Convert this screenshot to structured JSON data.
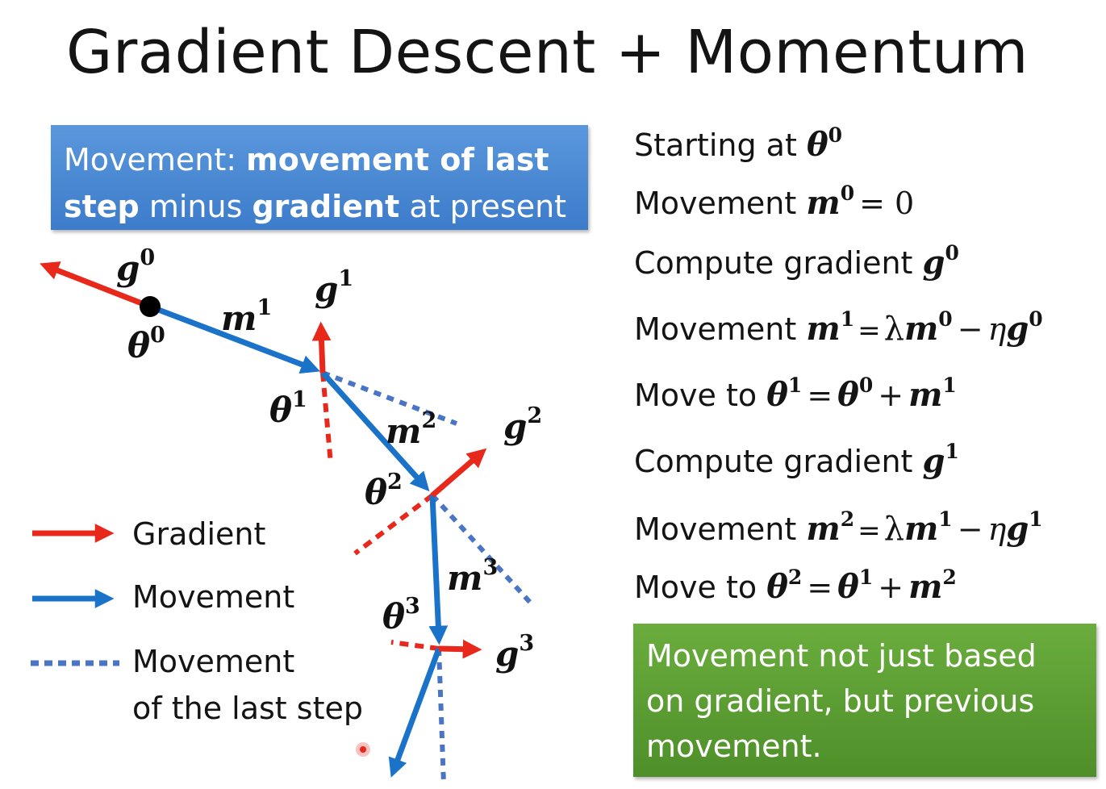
{
  "title": "Gradient Descent + Momentum",
  "callout_top": {
    "part1": "Movement: ",
    "part2": "movement of last step",
    "part3": " minus ",
    "part4": "gradient",
    "part5": " at present"
  },
  "steps": [
    {
      "text": "Starting at ",
      "var": "θ",
      "sup": "0"
    },
    {
      "text": "Movement ",
      "var": "m",
      "sup": "0",
      "rest": "= 0"
    },
    {
      "text": "Compute gradient ",
      "var": "g",
      "sup": "0"
    },
    {
      "text": "Movement ",
      "var": "m",
      "sup": "1",
      "eq": "=",
      "lam": "λ",
      "v2": "m",
      "s2": "0",
      "minus": "−",
      "eta": "η",
      "v3": "g",
      "s3": "0"
    },
    {
      "text": "Move to ",
      "var": "θ",
      "sup": "1",
      "eq": "=",
      "v2": "θ",
      "s2": "0",
      "plus": "+",
      "v3": "m",
      "s3": "1"
    },
    {
      "text": "Compute gradient ",
      "var": "g",
      "sup": "1"
    },
    {
      "text": "Movement ",
      "var": "m",
      "sup": "2",
      "eq": "=",
      "lam": "λ",
      "v2": "m",
      "s2": "1",
      "minus": "−",
      "eta": "η",
      "v3": "g",
      "s3": "1"
    },
    {
      "text": "Move to ",
      "var": "θ",
      "sup": "2",
      "eq": "=",
      "v2": "θ",
      "s2": "1",
      "plus": "+",
      "v3": "m",
      "s3": "2"
    }
  ],
  "callout_bottom": "Movement not just based on gradient, but previous movement.",
  "legend": {
    "gradient": "Gradient",
    "movement": "Movement",
    "last_step_1": "Movement",
    "last_step_2": "of the last step"
  },
  "labels": {
    "g": "g",
    "m": "m",
    "theta": "θ",
    "s0": "0",
    "s1": "1",
    "s2": "2",
    "s3": "3"
  },
  "colors": {
    "gradient": "#e8281b",
    "movement": "#1a72c9",
    "last_step": "#4a74c4",
    "callout_top": "#4a8ad4",
    "callout_bottom": "#5c9e34"
  }
}
